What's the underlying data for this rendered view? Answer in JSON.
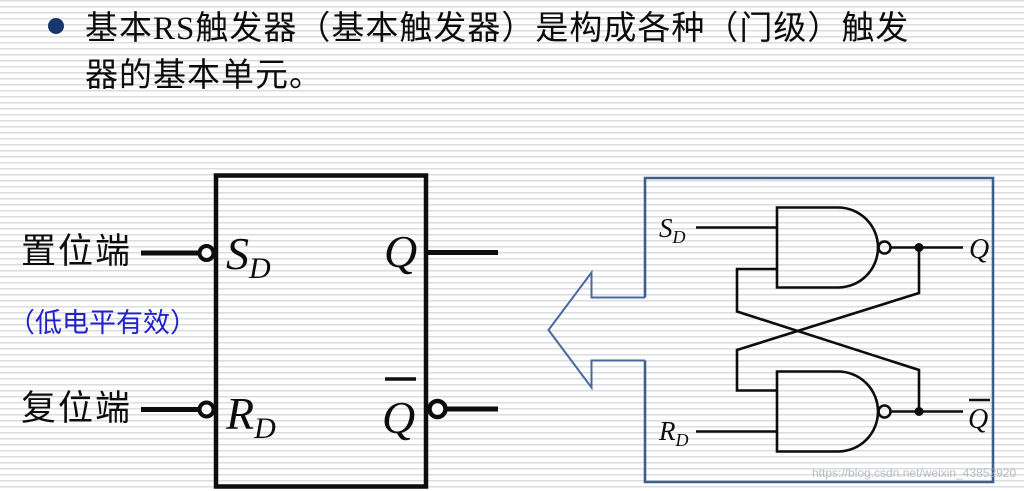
{
  "slide": {
    "bullet": {
      "line1": "基本RS触发器（基本触发器）是构成各种（门级）触发",
      "line2": "器的基本单元。"
    },
    "block_diagram": {
      "set_label": "置位端",
      "reset_label": "复位端",
      "active_low_note": "（低电平有效）",
      "pins": {
        "s_base": "S",
        "s_sub": "D",
        "r_base": "R",
        "r_sub": "D",
        "q": "Q",
        "qbar": "Q"
      }
    },
    "gate_circuit": {
      "s_base": "S",
      "s_sub": "D",
      "r_base": "R",
      "r_sub": "D",
      "q": "Q",
      "qbar": "Q"
    },
    "watermark": "https://blog.csdn.net/weixin_43852920",
    "colors": {
      "bullet_navy": "#17386b",
      "note_blue": "#2222cc",
      "frame_blue": "#3d5f8a",
      "arrow_blue": "#47699c",
      "ink": "#0d0d0d"
    }
  }
}
